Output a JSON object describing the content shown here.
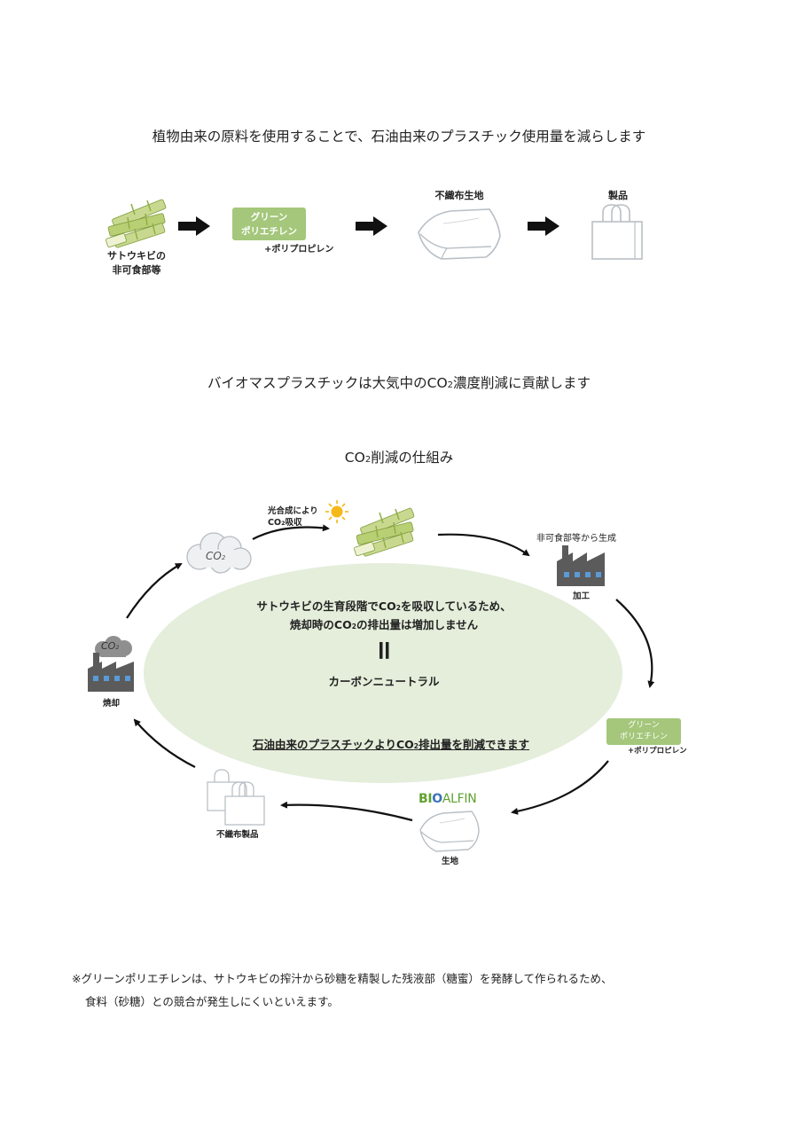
{
  "section1": {
    "heading": "植物由来の原料を使用することで、石油由来のプラスチック使用量を減らします",
    "steps": {
      "sugarcane_label_line1": "サトウキビの",
      "sugarcane_label_line2": "非可食部等",
      "green_pe_line1": "グリーン",
      "green_pe_line2": "ポリエチレン",
      "polypropylene": "+ポリプロピレン",
      "nonwoven_label": "不織布生地",
      "product_label": "製品"
    }
  },
  "section2": {
    "heading_pre": "バイオマスプラスチックは大気中のCO",
    "heading_sub": "2",
    "heading_post": "濃度削減に貢献します",
    "subheading_pre": "CO",
    "subheading_sub": "2",
    "subheading_post": "削減の仕組み"
  },
  "cycle": {
    "photosynthesis_line1": "光合成により",
    "photosynthesis_co": "CO",
    "photosynthesis_sub": "2",
    "photosynthesis_post": "吸収",
    "cloud_text": "CO",
    "cloud_sub": "2",
    "factory_top_label": "非可食部等から生成",
    "factory_top_caption": "加工",
    "green_pe_line1": "グリーン",
    "green_pe_line2": "ポリエチレン",
    "polypropylene": "+ポリプロピレン",
    "logo_bio": "BI",
    "logo_o": "O",
    "logo_alfin": "ALFIN",
    "fabric_label": "生地",
    "bags_label": "不織布製品",
    "incineration_label": "焼却",
    "smoke_text": "CO",
    "smoke_sub": "2"
  },
  "center": {
    "line1_pre": "サトウキビの生育段階でCO",
    "line1_sub": "2",
    "line1_post": "を吸収しているため、",
    "line2_pre": "焼却時のCO",
    "line2_sub": "2",
    "line2_post": "の排出量は増加しません",
    "equals": "=",
    "carbon_neutral": "カーボンニュートラル",
    "underline_pre": "石油由来のプラスチックよりCO",
    "underline_sub": "2",
    "underline_post": "排出量を削減できます"
  },
  "footnote": {
    "line1": "※グリーンポリエチレンは、サトウキビの搾汁から砂糖を精製した残液部（糖蜜）を発酵して作られるため、",
    "line2": "食料（砂糖）との競合が発生しにくいといえます。"
  },
  "colors": {
    "green_box": "#a4c77b",
    "ellipse": "#e4eedb",
    "sugarcane_light": "#c8d98f",
    "sugarcane_dark": "#8fae45",
    "factory": "#5b5b5b",
    "factory_window": "#5a9ad6",
    "logo_green": "#5fa131",
    "logo_blue": "#3b73b9",
    "sun": "#f6b818"
  }
}
